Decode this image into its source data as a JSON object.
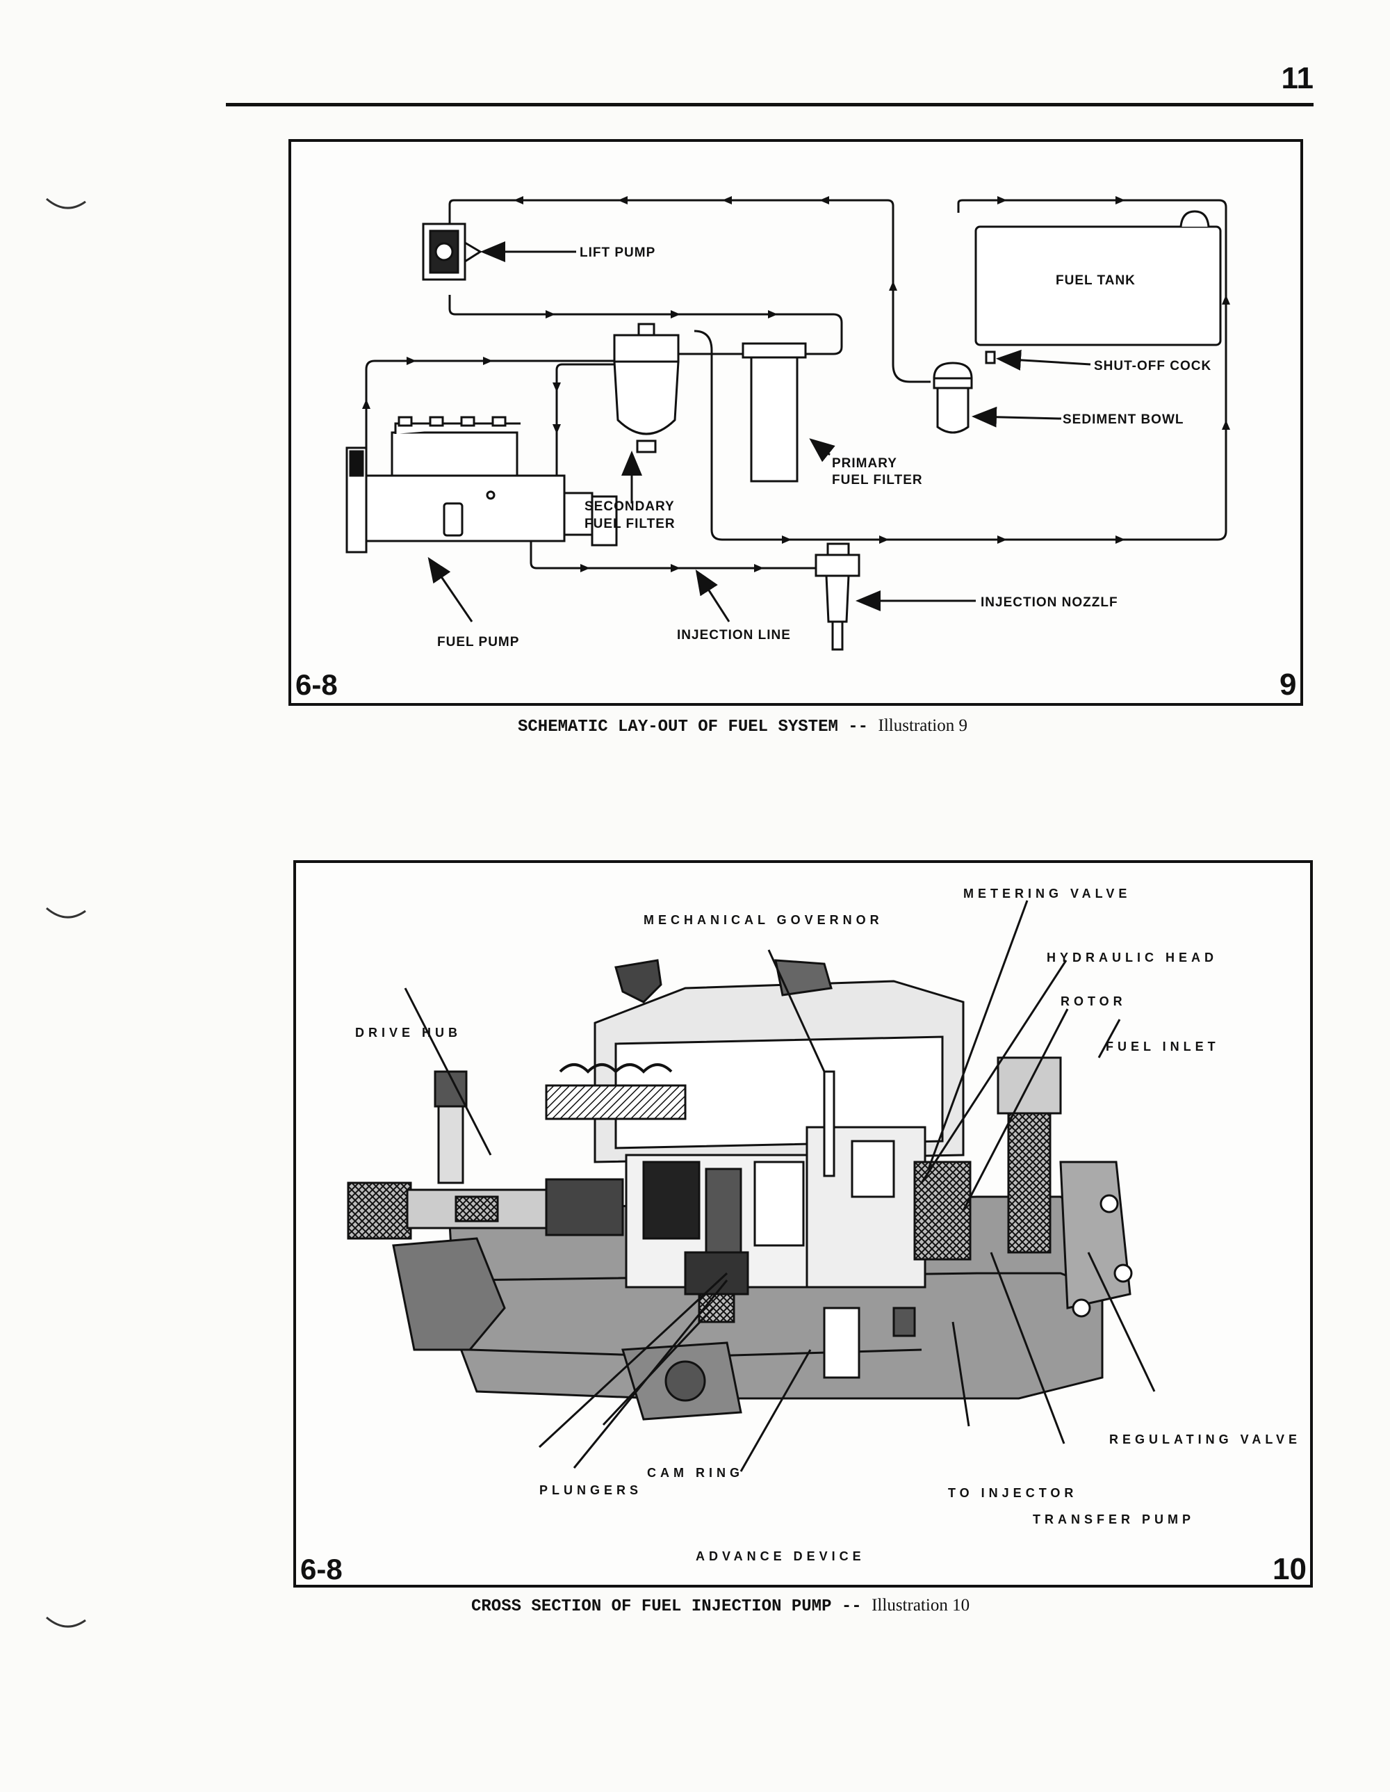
{
  "page": {
    "number": "11"
  },
  "illustration_9": {
    "labels": {
      "lift_pump": "LIFT PUMP",
      "fuel_tank": "FUEL TANK",
      "shut_off_cock": "SHUT-OFF COCK",
      "sediment_bowl": "SEDIMENT BOWL",
      "primary_filter_1": "PRIMARY",
      "primary_filter_2": "FUEL FILTER",
      "secondary_filter_1": "SECONDARY",
      "secondary_filter_2": "FUEL FILTER",
      "injection_nozzle": "INJECTION NOZZLF",
      "fuel_pump": "FUEL PUMP",
      "injection_line": "INJECTION LINE"
    },
    "section_code": "6-8",
    "figure_number": "9",
    "caption": "SCHEMATIC LAY-OUT OF FUEL SYSTEM --",
    "caption_illus": "Illustration 9"
  },
  "illustration_10": {
    "labels": {
      "metering_valve": "METERING VALVE",
      "mechanical_governor": "MECHANICAL GOVERNOR",
      "hydraulic_head": "HYDRAULIC HEAD",
      "rotor": "ROTOR",
      "fuel_inlet": "FUEL INLET",
      "drive_hub": "DRIVE HUB",
      "regulating_valve": "REGULATING VALVE",
      "cam_ring": "CAM RING",
      "plungers": "PLUNGERS",
      "to_injector": "TO INJECTOR",
      "transfer_pump": "TRANSFER PUMP",
      "advance_device": "ADVANCE DEVICE"
    },
    "section_code": "6-8",
    "figure_number": "10",
    "caption": "CROSS SECTION OF FUEL INJECTION PUMP --",
    "caption_illus": "Illustration 10"
  }
}
